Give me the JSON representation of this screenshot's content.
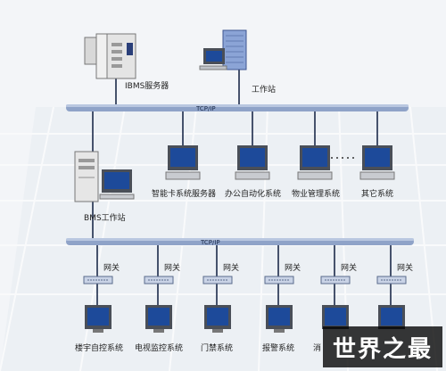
{
  "network": {
    "bus_top_label": "TCP/IP",
    "bus_bottom_label": "TCP/IP"
  },
  "top": {
    "ibms_server": "IBMS服务器",
    "workstation": "工作站"
  },
  "middle": {
    "bms_workstation": "BMS工作站",
    "nodes": [
      "智能卡系统服务器",
      "办公自动化系统",
      "物业管理系统",
      "其它系统"
    ]
  },
  "bottom": {
    "gateway_label": "网关",
    "systems": [
      "楼宇自控系统",
      "电视监控系统",
      "门禁系统",
      "报警系统",
      "消"
    ]
  },
  "watermark": "世界之最",
  "colors": {
    "bus": "#8fa3c8",
    "link": "#1c2a4a",
    "monitor_frame": "#4a4f58",
    "screen": "#1d4a9a"
  }
}
